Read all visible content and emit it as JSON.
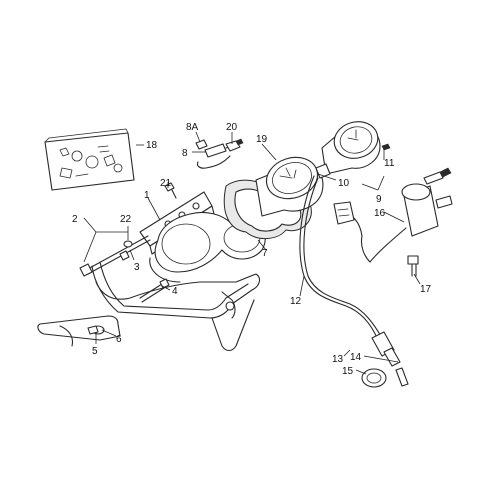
{
  "callouts": {
    "c1": "1",
    "c2": "2",
    "c3": "3",
    "c4": "4",
    "c5": "5",
    "c6": "6",
    "c7": "7",
    "c8": "8",
    "c8a": "8A",
    "c9": "9",
    "c10": "10",
    "c11": "11",
    "c12": "12",
    "c13": "13",
    "c14": "14",
    "c15": "15",
    "c16": "16",
    "c17": "17",
    "c18": "18",
    "c19": "19",
    "c20": "20",
    "c21": "21",
    "c22": "22"
  }
}
